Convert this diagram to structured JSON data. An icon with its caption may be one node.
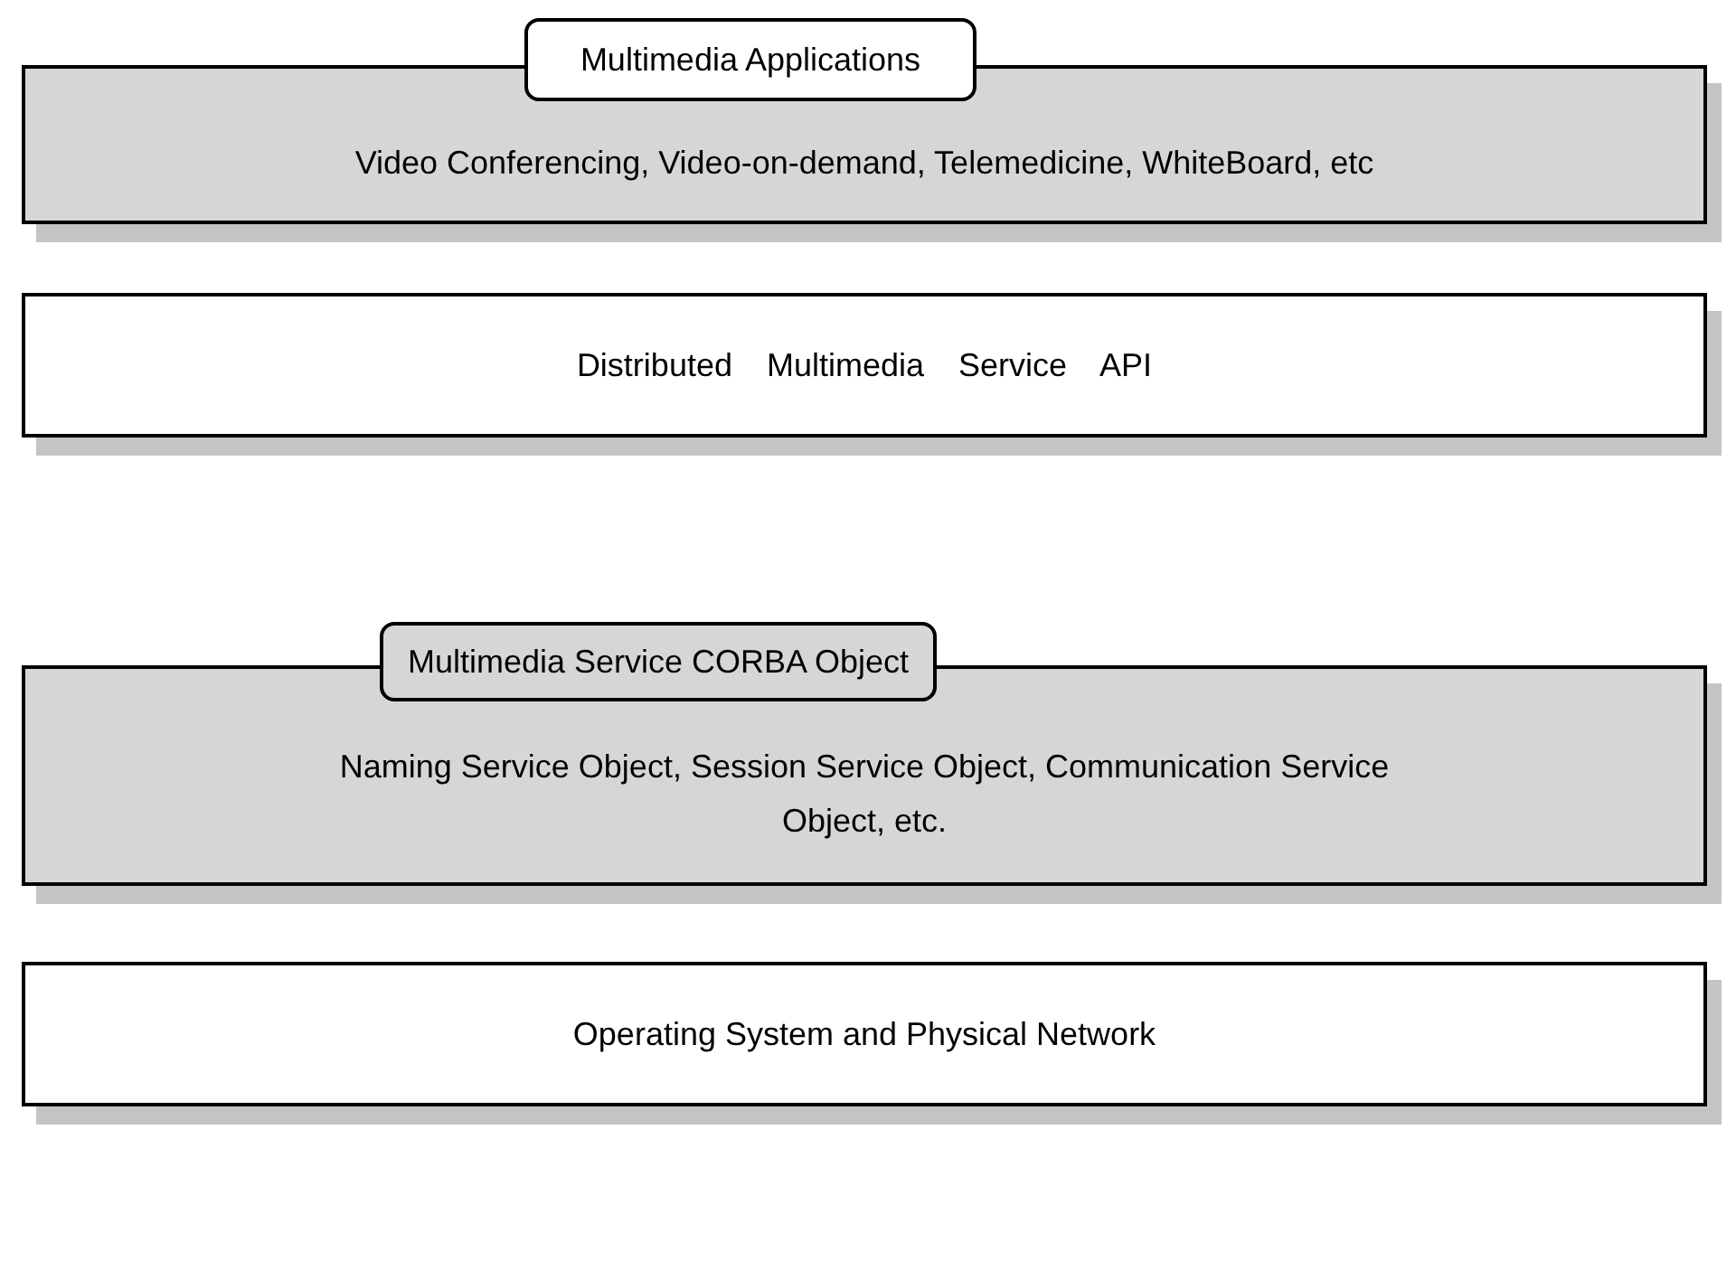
{
  "diagram": {
    "nodes": [
      {
        "text": [
          "Multimedia Applications"
        ]
      },
      {
        "text": [
          "Video Conferencing, Video-on-demand, Telemedicine, WhiteBoard, etc"
        ]
      },
      {
        "text": [
          "Distributed Multimedia Service API"
        ]
      },
      {
        "text": [
          "Multimedia Service CORBA Object"
        ]
      },
      {
        "text": [
          "Naming Service Object, Session Service Object, Communication Service Object, etc."
        ]
      },
      {
        "text": [
          "Operating System and Physical Network"
        ]
      }
    ]
  }
}
